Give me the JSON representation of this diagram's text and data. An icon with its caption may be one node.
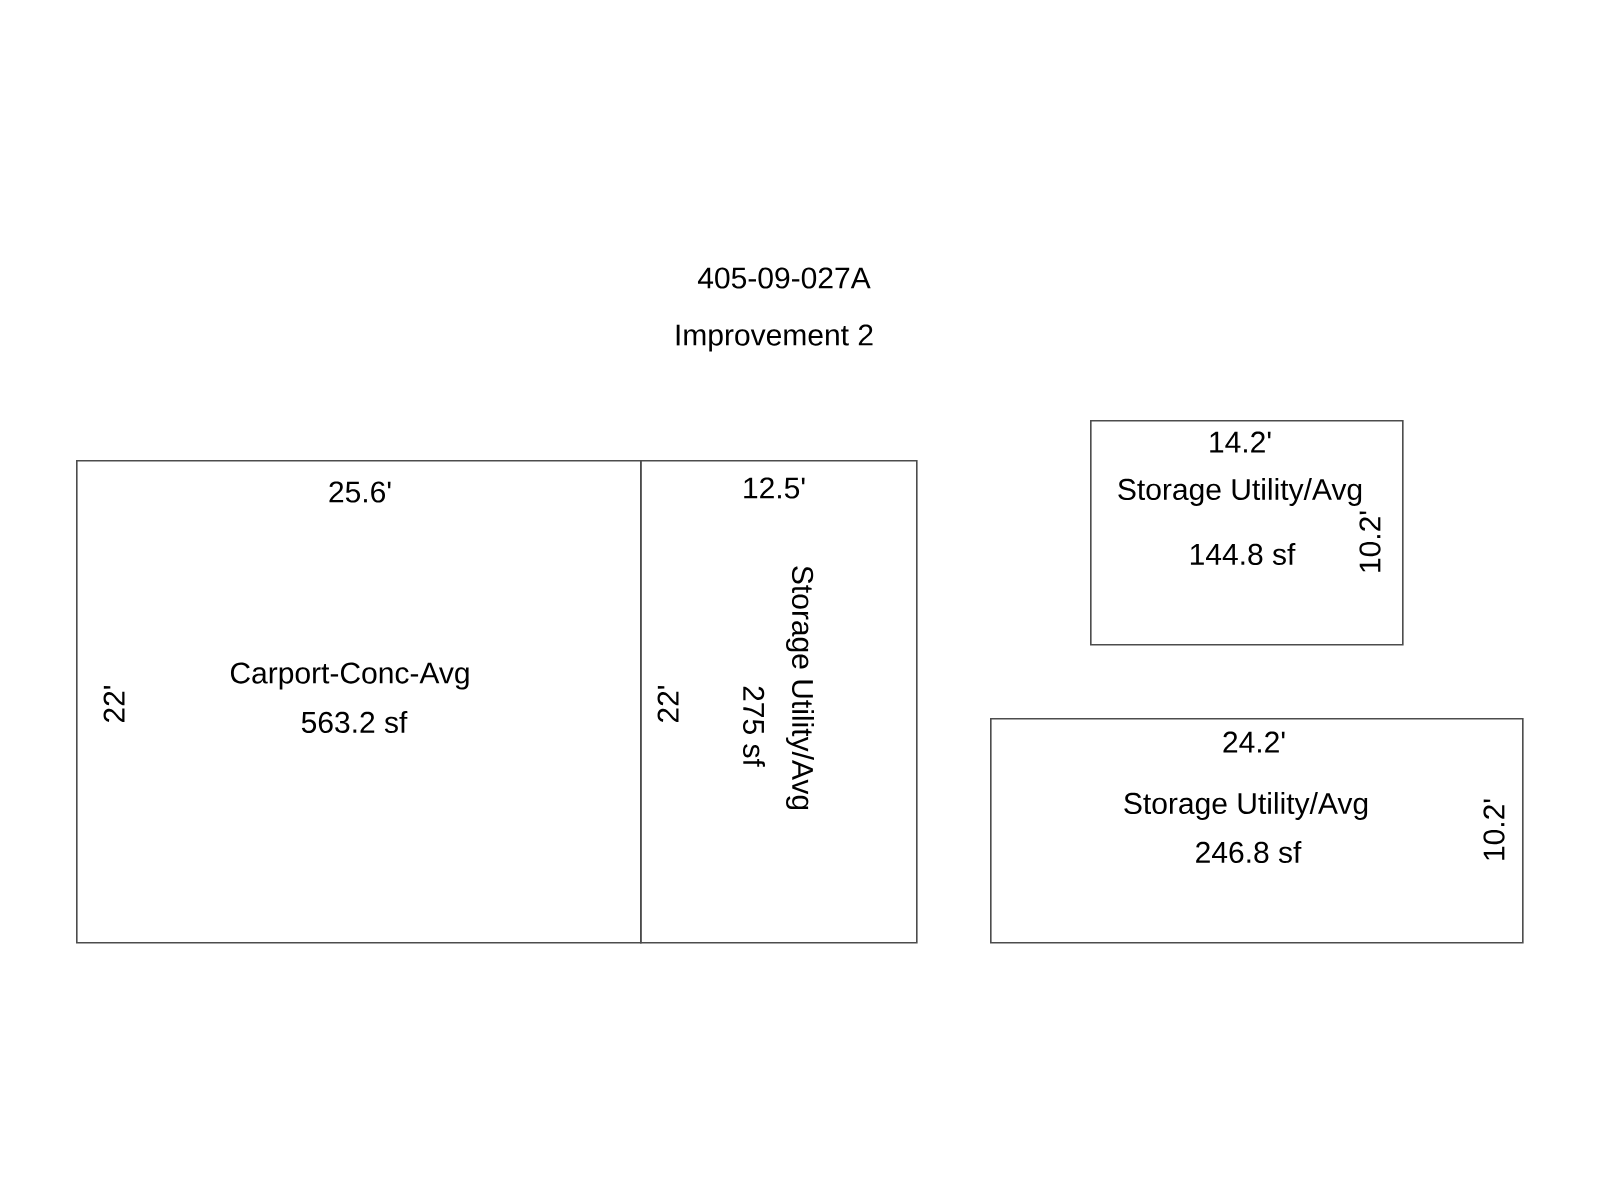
{
  "diagram": {
    "title": "405-09-027A",
    "nodes": [
      {
        "text": [
          "25.6'",
          "Carport-Conc-Avg",
          "563.2 sf",
          "22'"
        ]
      },
      {
        "text": [
          "12.5'",
          "Storage Utility/Avg",
          "275 sf",
          "22'"
        ]
      },
      {
        "text": [
          "14.2'",
          "Storage Utility/Avg",
          "144.8 sf",
          "10.2'"
        ]
      },
      {
        "text": [
          "24.2'",
          "Storage Utility/Avg",
          "246.8 sf",
          "10.2'"
        ]
      }
    ],
    "labels": [
      "Improvement 2"
    ]
  }
}
